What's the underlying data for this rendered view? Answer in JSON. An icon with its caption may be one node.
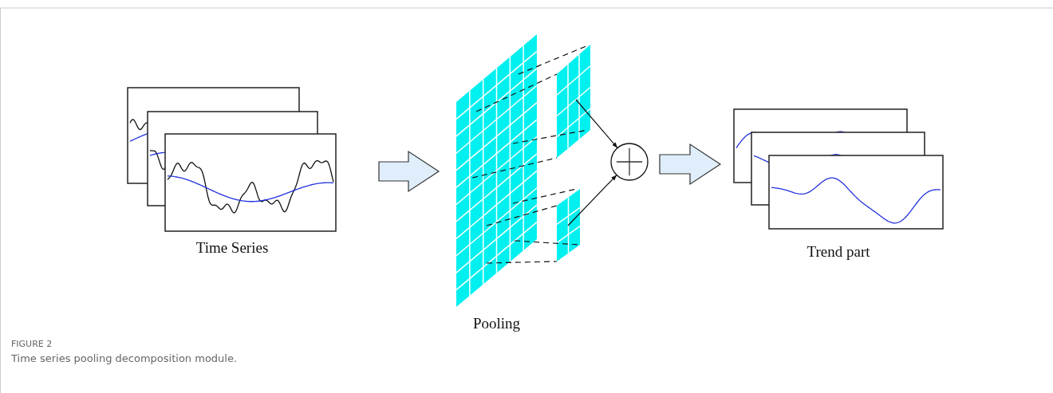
{
  "diagram": {
    "caption": "Time series pooling decomposition module.",
    "nodes": [
      {
        "text": [
          "Time Series"
        ]
      },
      {
        "text": [
          "Pooling"
        ]
      },
      {
        "text": [],
        "shape": "box"
      },
      {
        "text": [],
        "shape": "box"
      },
      {
        "text": [],
        "shape": "circle"
      },
      {
        "text": [
          "Trend part"
        ]
      }
    ],
    "edges": [
      {
        "from": 0,
        "to": 1,
        "arrow": "to",
        "style": "thick"
      },
      {
        "from": 1,
        "to": 2,
        "arrow": "none",
        "style": "dashed"
      },
      {
        "from": 1,
        "to": 2,
        "arrow": "none",
        "style": "dashed"
      },
      {
        "from": 1,
        "to": 2,
        "arrow": "none",
        "style": "dashed"
      },
      {
        "from": 1,
        "to": 2,
        "arrow": "none",
        "style": "dashed"
      },
      {
        "from": 1,
        "to": 3,
        "arrow": "none",
        "style": "dashed"
      },
      {
        "from": 1,
        "to": 3,
        "arrow": "none",
        "style": "dashed"
      },
      {
        "from": 1,
        "to": 3,
        "arrow": "none",
        "style": "dashed"
      },
      {
        "from": 1,
        "to": 3,
        "arrow": "none",
        "style": "dashed"
      },
      {
        "from": 2,
        "to": 4,
        "arrow": "to"
      },
      {
        "from": 3,
        "to": 4,
        "arrow": "to"
      },
      {
        "from": 4,
        "to": 5,
        "arrow": "to",
        "style": "thick"
      }
    ],
    "labels": [
      "FIGURE 2"
    ]
  }
}
